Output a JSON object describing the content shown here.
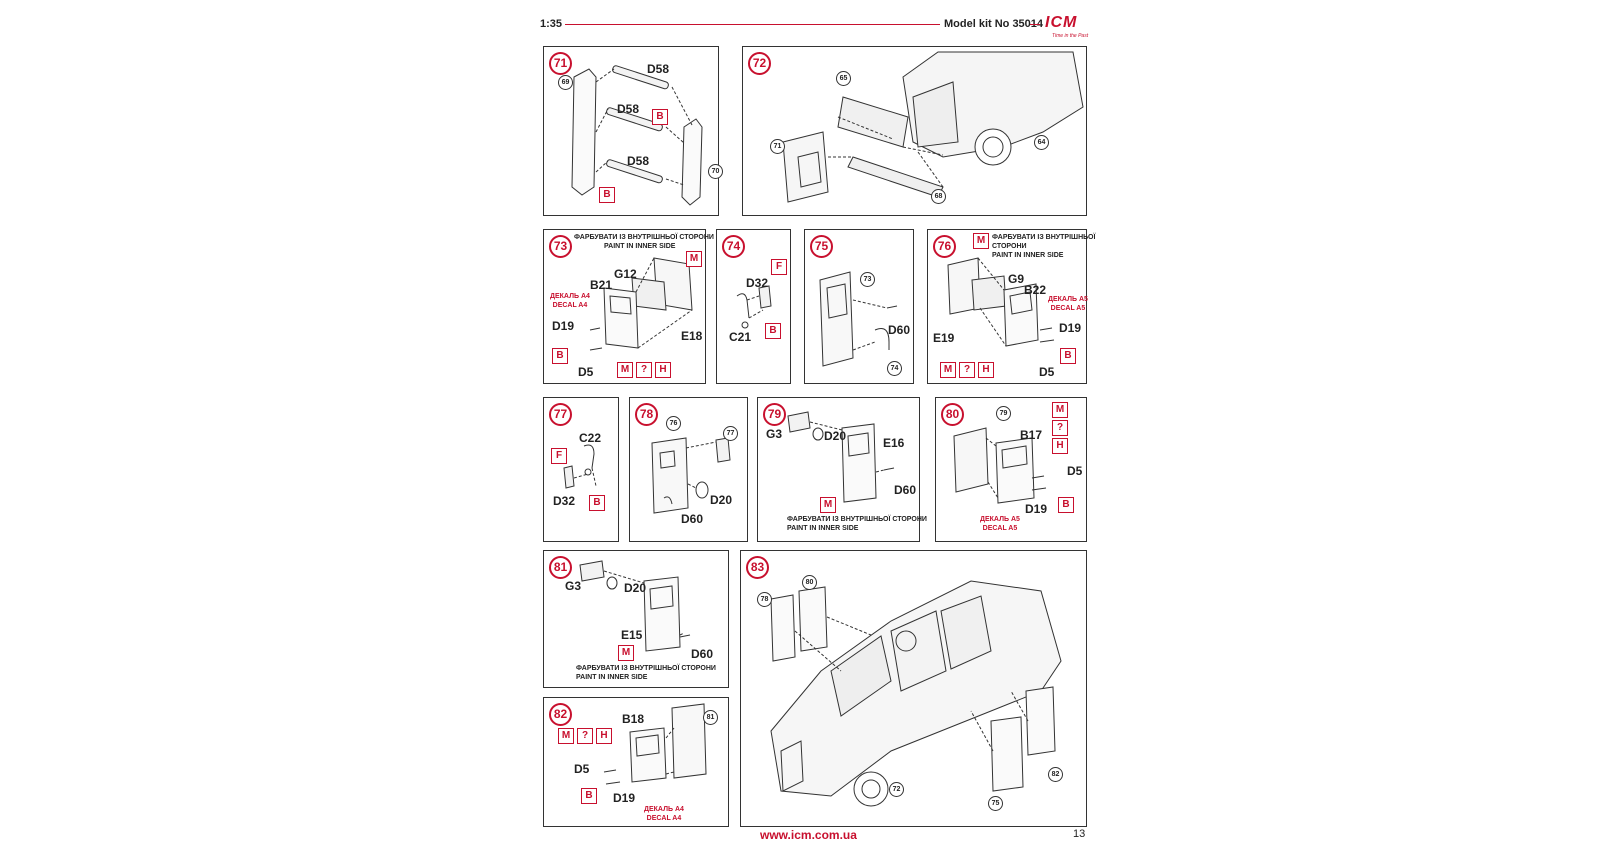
{
  "header": {
    "scale": "1:35",
    "kit": "Model kit No 35014",
    "logo": "ICM",
    "logo_tagline": "Time in the Past"
  },
  "footer": {
    "url": "www.icm.com.ua",
    "page": "13"
  },
  "steps": {
    "s71": {
      "num": "71",
      "refs": [
        "69",
        "70"
      ],
      "labels": [
        "D58",
        "D58",
        "D58"
      ],
      "paints": [
        "B",
        "B"
      ]
    },
    "s72": {
      "num": "72",
      "refs": [
        "65",
        "71",
        "68",
        "64"
      ]
    },
    "s73": {
      "num": "73",
      "note": [
        "ФАРБУВАТИ ІЗ ВНУТРІШНЬОЇ СТОРОНИ",
        "PAINT IN INNER SIDE"
      ],
      "decal": [
        "ДЕКАЛЬ А4",
        "DECAL A4"
      ],
      "labels": [
        "G12",
        "B21",
        "D19",
        "E18",
        "D5"
      ],
      "paints": [
        "M",
        "B",
        "M",
        "?",
        "H"
      ]
    },
    "s74": {
      "num": "74",
      "labels": [
        "D32",
        "C21"
      ],
      "paints": [
        "F",
        "B"
      ]
    },
    "s75": {
      "num": "75",
      "refs": [
        "73",
        "74"
      ],
      "labels": [
        "D60"
      ]
    },
    "s76": {
      "num": "76",
      "note": [
        "ФАРБУВАТИ ІЗ ВНУТРІШНЬОЇ",
        "СТОРОНИ",
        "PAINT IN INNER SIDE"
      ],
      "decal": [
        "ДЕКАЛЬ А5",
        "DECAL A5"
      ],
      "labels": [
        "G9",
        "B22",
        "D19",
        "E19",
        "D5"
      ],
      "paints": [
        "M",
        "B",
        "M",
        "?",
        "H"
      ]
    },
    "s77": {
      "num": "77",
      "labels": [
        "C22",
        "D32"
      ],
      "paints": [
        "F",
        "B"
      ]
    },
    "s78": {
      "num": "78",
      "refs": [
        "76",
        "77"
      ],
      "labels": [
        "D20",
        "D60"
      ]
    },
    "s79": {
      "num": "79",
      "labels": [
        "G3",
        "D20",
        "E16",
        "D60"
      ],
      "paints": [
        "M"
      ],
      "note": [
        "ФАРБУВАТИ ІЗ ВНУТРІШНЬОЇ СТОРОНИ",
        "PAINT IN INNER SIDE"
      ]
    },
    "s80": {
      "num": "80",
      "refs": [
        "79"
      ],
      "labels": [
        "B17",
        "D5",
        "D19"
      ],
      "paints": [
        "M",
        "?",
        "H",
        "B"
      ],
      "decal": [
        "ДЕКАЛЬ А5",
        "DECAL A5"
      ]
    },
    "s81": {
      "num": "81",
      "labels": [
        "G3",
        "D20",
        "E15",
        "D60"
      ],
      "paints": [
        "M"
      ],
      "note": [
        "ФАРБУВАТИ ІЗ ВНУТРІШНЬОЇ СТОРОНИ",
        "PAINT IN INNER SIDE"
      ]
    },
    "s82": {
      "num": "82",
      "refs": [
        "81"
      ],
      "labels": [
        "B18",
        "D5",
        "D19"
      ],
      "paints": [
        "M",
        "?",
        "H",
        "B"
      ],
      "decal": [
        "ДЕКАЛЬ А4",
        "DECAL A4"
      ]
    },
    "s83": {
      "num": "83",
      "refs": [
        "80",
        "78",
        "72",
        "75",
        "82"
      ]
    }
  }
}
